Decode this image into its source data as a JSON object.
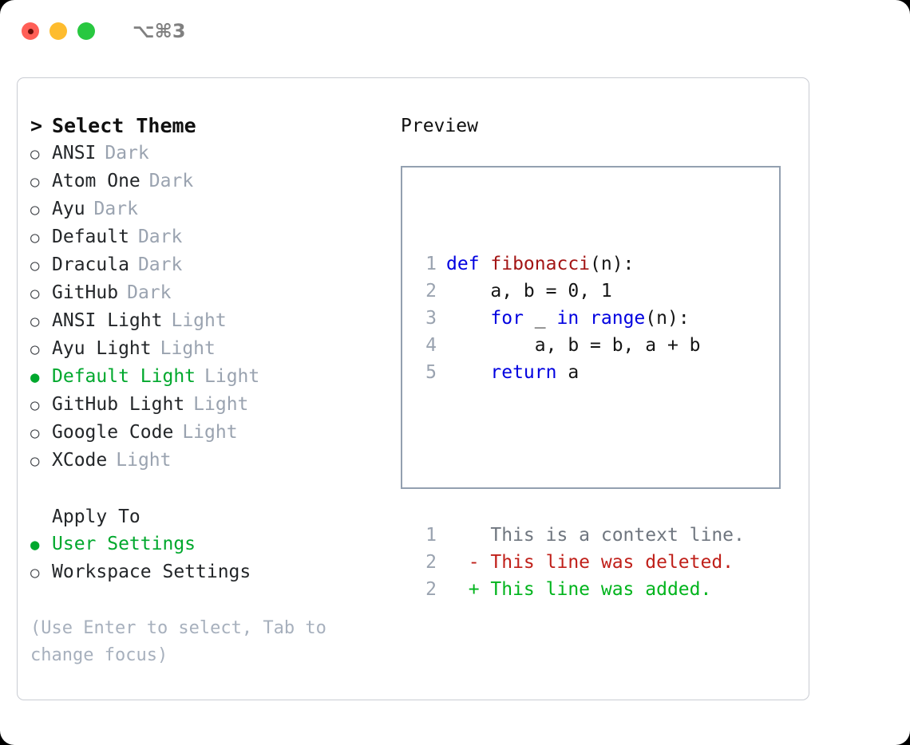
{
  "titlebar": {
    "shortcut": "⌥⌘3",
    "lights": [
      {
        "name": "close",
        "color": "#ff5f57"
      },
      {
        "name": "minimize",
        "color": "#febc2e"
      },
      {
        "name": "maximize",
        "color": "#28c840"
      }
    ]
  },
  "theme_picker": {
    "caret": ">",
    "header": "Select Theme",
    "bullet_unselected": "○",
    "bullet_selected": "●",
    "accent_color": "#00a82d",
    "items": [
      {
        "name": "ANSI",
        "category": "Dark",
        "selected": false
      },
      {
        "name": "Atom One",
        "category": "Dark",
        "selected": false
      },
      {
        "name": "Ayu",
        "category": "Dark",
        "selected": false
      },
      {
        "name": "Default",
        "category": "Dark",
        "selected": false
      },
      {
        "name": "Dracula",
        "category": "Dark",
        "selected": false
      },
      {
        "name": "GitHub",
        "category": "Dark",
        "selected": false
      },
      {
        "name": "ANSI Light",
        "category": "Light",
        "selected": false
      },
      {
        "name": "Ayu Light",
        "category": "Light",
        "selected": false
      },
      {
        "name": "Default Light",
        "category": "Light",
        "selected": true
      },
      {
        "name": "GitHub Light",
        "category": "Light",
        "selected": false
      },
      {
        "name": "Google Code",
        "category": "Light",
        "selected": false
      },
      {
        "name": "XCode",
        "category": "Light",
        "selected": false
      }
    ]
  },
  "apply_to": {
    "title": "Apply To",
    "items": [
      {
        "name": "User Settings",
        "selected": true
      },
      {
        "name": "Workspace Settings",
        "selected": false
      }
    ]
  },
  "hint": "(Use Enter to select, Tab to change focus)",
  "preview": {
    "title": "Preview",
    "code_lines": [
      {
        "no": "1",
        "tokens": [
          {
            "t": "def ",
            "c": "kw"
          },
          {
            "t": "fibonacci",
            "c": "fn"
          },
          {
            "t": "(n):",
            "c": "def"
          }
        ]
      },
      {
        "no": "2",
        "tokens": [
          {
            "t": "    a, b = ",
            "c": "def"
          },
          {
            "t": "0",
            "c": "num"
          },
          {
            "t": ", ",
            "c": "def"
          },
          {
            "t": "1",
            "c": "num"
          }
        ]
      },
      {
        "no": "3",
        "tokens": [
          {
            "t": "    ",
            "c": "def"
          },
          {
            "t": "for",
            "c": "kw"
          },
          {
            "t": " _ ",
            "c": "def"
          },
          {
            "t": "in",
            "c": "kw"
          },
          {
            "t": " ",
            "c": "def"
          },
          {
            "t": "range",
            "c": "kw"
          },
          {
            "t": "(n):",
            "c": "def"
          }
        ]
      },
      {
        "no": "4",
        "tokens": [
          {
            "t": "        a, b = b, a + b",
            "c": "def"
          }
        ]
      },
      {
        "no": "5",
        "tokens": [
          {
            "t": "    ",
            "c": "def"
          },
          {
            "t": "return",
            "c": "kw"
          },
          {
            "t": " a",
            "c": "def"
          }
        ]
      }
    ],
    "diff_lines": [
      {
        "no": "1",
        "marker": " ",
        "text": "This is a context line.",
        "kind": "ctx"
      },
      {
        "no": "2",
        "marker": "-",
        "text": "This line was deleted.",
        "kind": "del"
      },
      {
        "no": "2",
        "marker": "+",
        "text": "This line was added.",
        "kind": "add"
      }
    ]
  }
}
